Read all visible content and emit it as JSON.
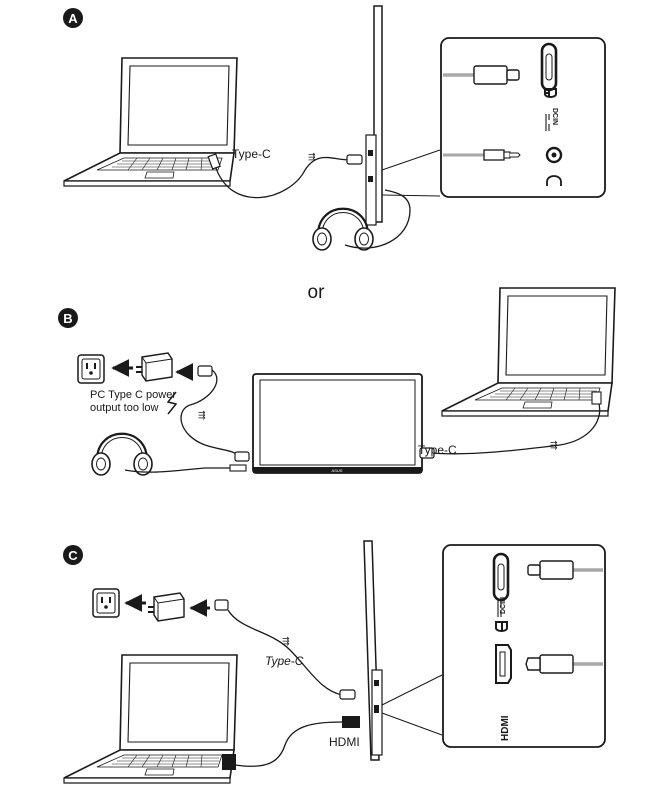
{
  "panels": {
    "a": {
      "badge": "A",
      "cable_label": "Type-C"
    },
    "separator": "or",
    "b": {
      "badge": "B",
      "warning_line1": "PC Type C power",
      "warning_line2": "output too low",
      "cable_label": "Type-C"
    },
    "c": {
      "badge": "C",
      "cable_label_typec": "Type-C",
      "cable_label_hdmi": "HDMI"
    }
  },
  "port_labels": {
    "dcin": "DCIN",
    "hdmi": "HDMI"
  },
  "icons": [
    "laptop-icon",
    "monitor-icon",
    "headphones-icon",
    "power-adapter-icon",
    "wall-outlet-icon",
    "usb-c-port-icon",
    "audio-jack-icon",
    "hdmi-port-icon"
  ],
  "colors": {
    "ink": "#1a1a1a",
    "badge": "#1a1a1a",
    "cable_gray": "#a8a8a8"
  }
}
